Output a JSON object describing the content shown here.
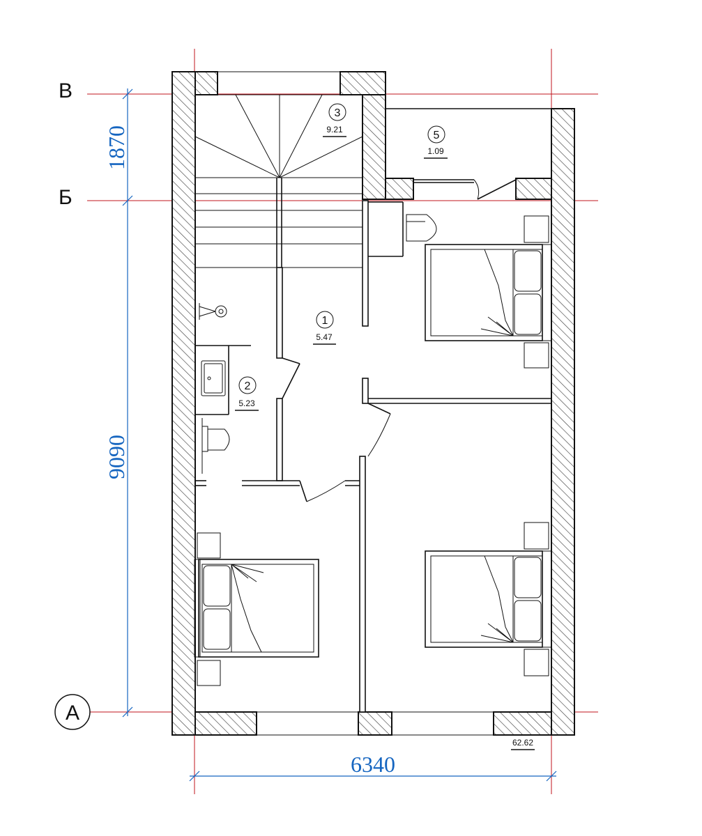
{
  "axes": {
    "v": "В",
    "b": "Б",
    "a": "А"
  },
  "dimensions": {
    "upper": "1870",
    "main": "9090",
    "width": "6340"
  },
  "rooms": [
    {
      "number": "1",
      "area": "5.47"
    },
    {
      "number": "2",
      "area": "5.23"
    },
    {
      "number": "3",
      "area": "9.21"
    },
    {
      "number": "5",
      "area": "1.09"
    }
  ],
  "total_area": "62.62",
  "colors": {
    "grid": "#c0141c",
    "dimension": "#1565c0",
    "wall": "#111111"
  }
}
